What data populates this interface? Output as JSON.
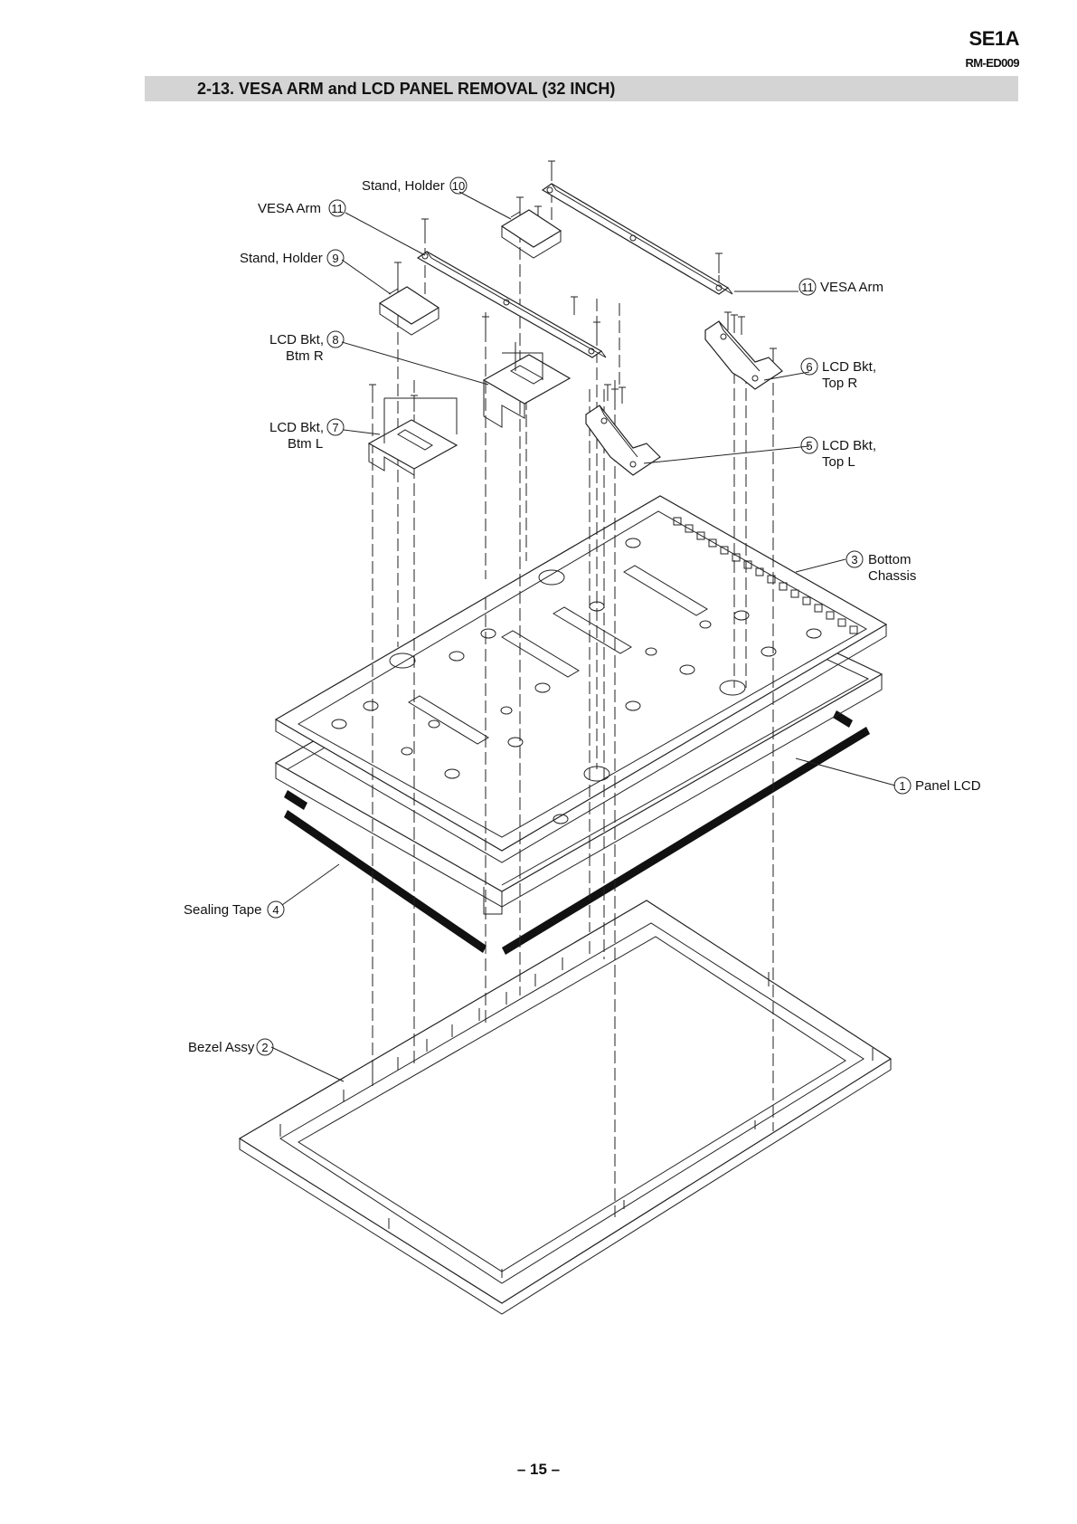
{
  "header": {
    "model": "SE1A",
    "doc_number": "RM-ED009"
  },
  "section": {
    "title": "2-13. VESA ARM and LCD PANEL REMOVAL (32 INCH)"
  },
  "callouts": {
    "stand_holder_10": {
      "label": "Stand, Holder",
      "number": "10"
    },
    "vesa_arm_11_left": {
      "label": "VESA Arm",
      "number": "11"
    },
    "stand_holder_9": {
      "label": "Stand, Holder",
      "number": "9"
    },
    "vesa_arm_11_right": {
      "label": "VESA Arm",
      "number": "11"
    },
    "lcd_bkt_btm_r_8": {
      "line1": "LCD Bkt,",
      "line2": "Btm R",
      "number": "8"
    },
    "lcd_bkt_top_r_6": {
      "line1": "LCD Bkt,",
      "line2": "Top R",
      "number": "6"
    },
    "lcd_bkt_btm_l_7": {
      "line1": "LCD Bkt,",
      "line2": "Btm L",
      "number": "7"
    },
    "lcd_bkt_top_l_5": {
      "line1": "LCD Bkt,",
      "line2": "Top L",
      "number": "5"
    },
    "bottom_chassis_3": {
      "line1": "Bottom",
      "line2": "Chassis",
      "number": "3"
    },
    "panel_lcd_1": {
      "label": "Panel LCD",
      "number": "1"
    },
    "sealing_tape_4": {
      "label": "Sealing Tape",
      "number": "4"
    },
    "bezel_assy_2": {
      "label": "Bezel Assy",
      "number": "2"
    }
  },
  "footer": {
    "page_number": "– 15 –"
  }
}
